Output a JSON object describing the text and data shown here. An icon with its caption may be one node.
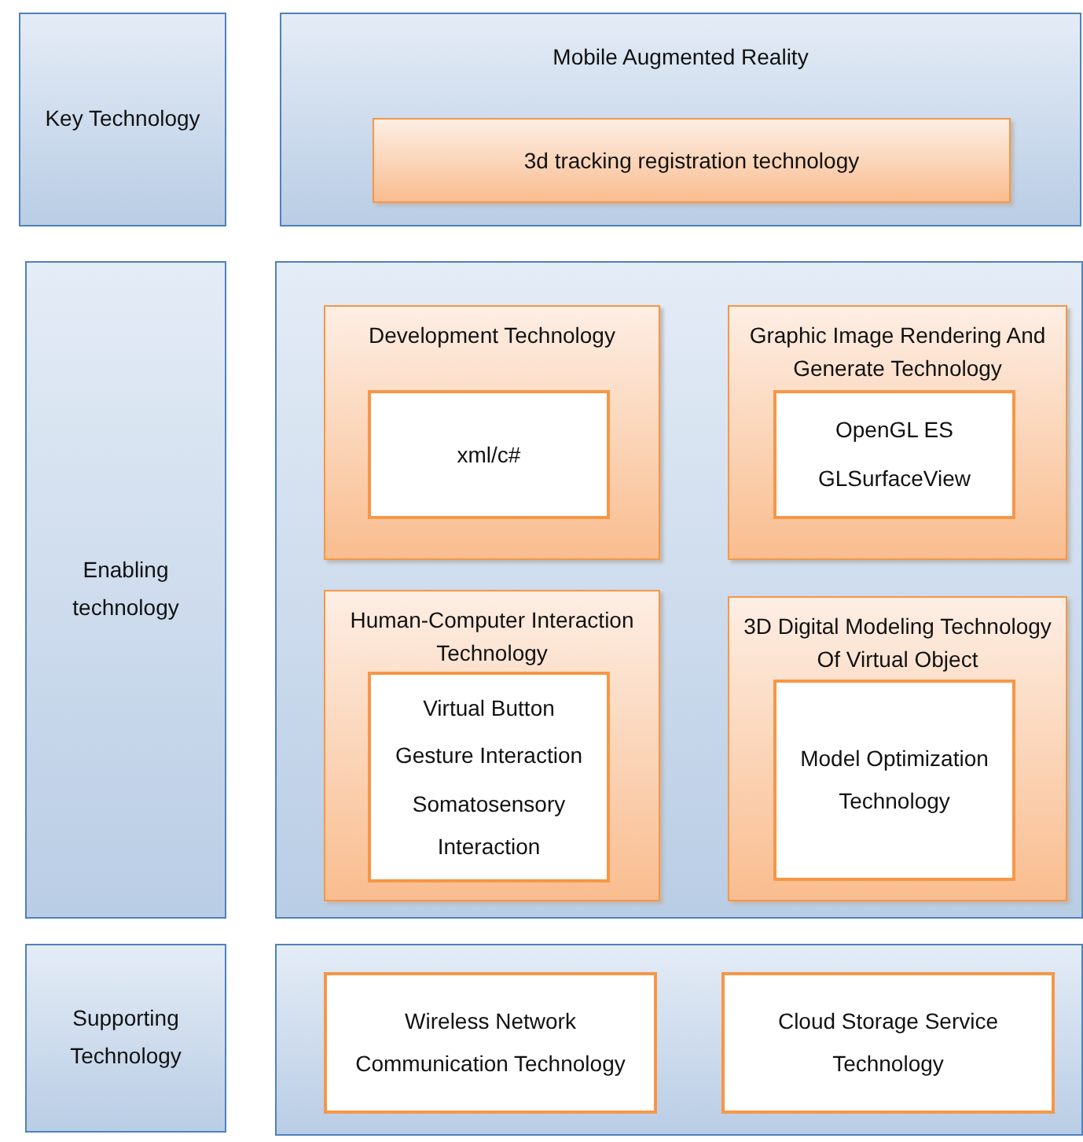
{
  "diagram": {
    "nodes": [
      {
        "text": [
          "Key Technology"
        ]
      },
      {
        "text": [
          "Mobile Augmented Reality"
        ]
      },
      {
        "text": [
          "3d tracking registration technology"
        ],
        "in": 1
      },
      {
        "text": [
          "Enabling technology"
        ]
      },
      {
        "text": [],
        "shape": "box"
      },
      {
        "text": [
          "Development Technology"
        ],
        "in": 4
      },
      {
        "text": [
          "xml/c#"
        ],
        "in": 5
      },
      {
        "text": [
          "Graphic Image Rendering And Generate Technology"
        ],
        "in": 4
      },
      {
        "text": [
          "OpenGL ES",
          "GLSurfaceView"
        ],
        "in": 7
      },
      {
        "text": [
          "Human-Computer Interaction Technology"
        ],
        "in": 4
      },
      {
        "text": [
          "Virtual Button",
          "Gesture Interaction",
          "Somatosensory Interaction"
        ],
        "in": 9
      },
      {
        "text": [
          "3D Digital Modeling Technology Of Virtual Object"
        ],
        "in": 4
      },
      {
        "text": [
          "Model Optimization Technology"
        ],
        "in": 11
      },
      {
        "text": [
          "Supporting Technology"
        ]
      },
      {
        "text": [],
        "shape": "box"
      },
      {
        "text": [
          "Wireless Network Communication Technology"
        ],
        "in": 14
      },
      {
        "text": [
          "Cloud Storage Service Technology"
        ],
        "in": 14
      }
    ],
    "edges": []
  }
}
